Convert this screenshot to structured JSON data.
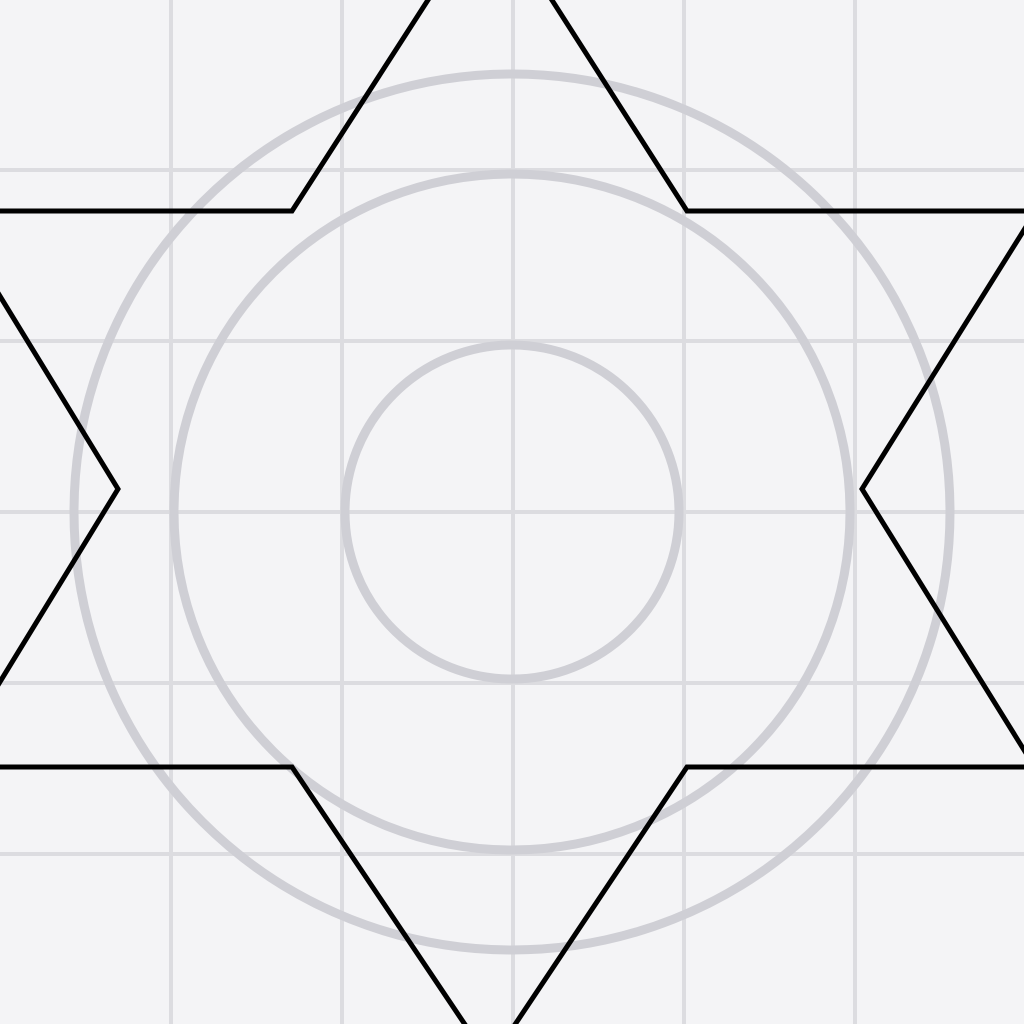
{
  "canvas": {
    "background_color": "#f4f4f6"
  },
  "keyline_grid": {
    "columns": 6,
    "rows": 6,
    "line_color": "#dcdce0"
  },
  "guide_circles": {
    "count": 3,
    "color": "#cfcfd5"
  },
  "icon": {
    "name": "six-pointed-star-icon",
    "shape": "hexagram",
    "style": "outline",
    "stroke_color": "#000000"
  }
}
